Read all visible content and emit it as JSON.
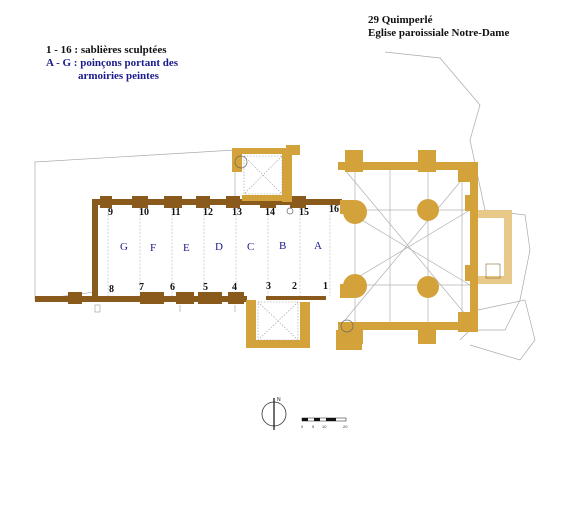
{
  "title": {
    "line1": "29 Quimperlé",
    "line2": "Eglise paroissiale Notre-Dame"
  },
  "legend": {
    "line1": "1 - 16 : sablières sculptées",
    "line2": "A - G : poinçons portant des",
    "line3": "armoiries peintes"
  },
  "colors": {
    "wall_nave": "#8a5a1c",
    "wall_choir": "#d4a23a",
    "wall_light": "#e8c98a",
    "line": "#9a9a9a",
    "letters": "#1a1a8c"
  },
  "north_label": "N",
  "scale_labels": [
    "0",
    "5",
    "10",
    "20"
  ],
  "sablieres": [
    {
      "id": "1",
      "label": "1"
    },
    {
      "id": "2",
      "label": "2"
    },
    {
      "id": "3",
      "label": "3"
    },
    {
      "id": "4",
      "label": "4"
    },
    {
      "id": "5",
      "label": "5"
    },
    {
      "id": "6",
      "label": "6"
    },
    {
      "id": "7",
      "label": "7"
    },
    {
      "id": "8",
      "label": "8"
    },
    {
      "id": "9",
      "label": "9"
    },
    {
      "id": "10",
      "label": "10"
    },
    {
      "id": "11",
      "label": "11"
    },
    {
      "id": "12",
      "label": "12"
    },
    {
      "id": "13",
      "label": "13"
    },
    {
      "id": "14",
      "label": "14"
    },
    {
      "id": "15",
      "label": "15"
    },
    {
      "id": "16",
      "label": "16"
    }
  ],
  "poincons": [
    {
      "id": "A",
      "label": "A"
    },
    {
      "id": "B",
      "label": "B"
    },
    {
      "id": "C",
      "label": "C"
    },
    {
      "id": "D",
      "label": "D"
    },
    {
      "id": "E",
      "label": "E"
    },
    {
      "id": "F",
      "label": "F"
    },
    {
      "id": "G",
      "label": "G"
    }
  ]
}
